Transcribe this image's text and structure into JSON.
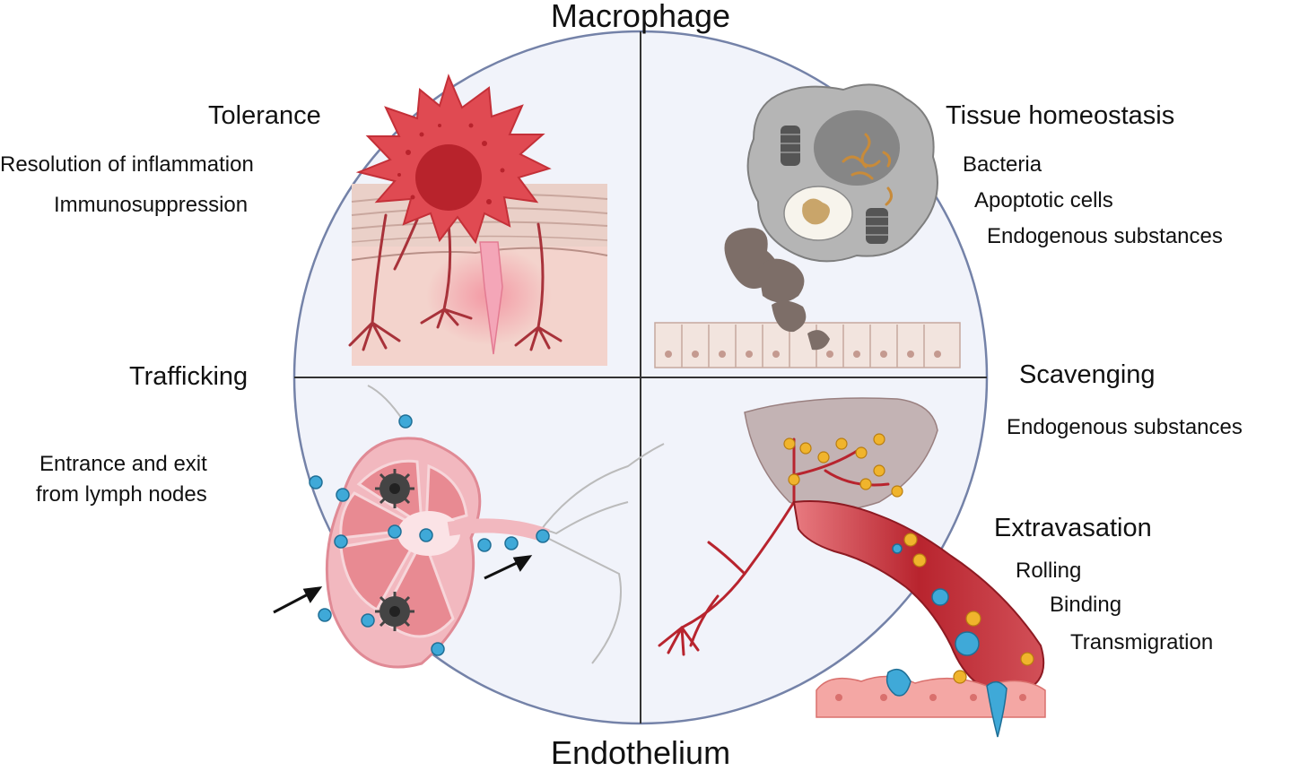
{
  "title_top": "Macrophage",
  "title_bottom": "Endothelium",
  "tolerance": {
    "heading": "Tolerance",
    "items": [
      "Resolution of inflammation",
      "Immunosuppression"
    ]
  },
  "homeostasis": {
    "heading": "Tissue homeostasis",
    "items": [
      "Bacteria",
      "Apoptotic cells",
      "Endogenous substances"
    ]
  },
  "trafficking": {
    "heading": "Trafficking",
    "items": [
      "Entrance and exit",
      "from lymph nodes"
    ]
  },
  "scavenging": {
    "heading": "Scavenging",
    "items": [
      "Endogenous substances"
    ]
  },
  "extravasation": {
    "heading": "Extravasation",
    "items": [
      "Rolling",
      "Binding",
      "Transmigration"
    ]
  },
  "colors": {
    "circle_fill": "#f1f3fa",
    "circle_stroke": "#7482a8",
    "macrophage_red": "#e04a52",
    "skin_pink": "#f0c8c0",
    "lymph_pink": "#f2b8bf",
    "vessel_red": "#b8242e",
    "cell_blue": "#3fa9d8",
    "grey_cell": "#9a9a9a",
    "liver": "#b8a3a3"
  }
}
